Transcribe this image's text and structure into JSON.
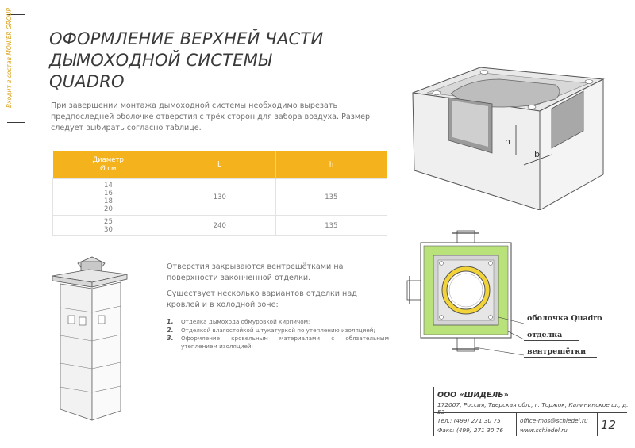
{
  "side_tab": {
    "text": "Входит в состав MONIER GROUP"
  },
  "title": {
    "line1": "ОФОРМЛЕНИЕ ВЕРХНЕЙ ЧАСТИ",
    "line2": "ДЫМОХОДНОЙ СИСТЕМЫ QUADRO"
  },
  "intro": "При завершении монтажа дымоходной системы необходимо вырезать предпоследней оболочке отверстия с трёх сторон для забора воздуха. Размер следует выбирать согласно таблице.",
  "table": {
    "headers": {
      "diameter_line1": "Диаметр",
      "diameter_line2": "Ø см",
      "b": "b",
      "h": "h"
    },
    "rows": [
      {
        "diameters": [
          "14",
          "16",
          "18",
          "20"
        ],
        "b": "130",
        "h": "135"
      },
      {
        "diameters": [
          "25",
          "30"
        ],
        "b": "240",
        "h": "135"
      }
    ]
  },
  "para1": "Отверстия закрываются вентрешётками на поверхности законченной отделки.",
  "para2": "Существует несколько вариантов отделки над кровлей и в холодной зоне:",
  "list": [
    {
      "num": "1.",
      "text": "Отделка дымохода обмуровкой кирпичом;"
    },
    {
      "num": "2.",
      "text": "Отделкой влагостойкой штукатуркой по утеплению изоляцией;"
    },
    {
      "num": "3.",
      "text": "Оформление кровельным материалами с обязательным утеплением изоляцией;"
    }
  ],
  "diagram_labels": {
    "h": "h",
    "b": "b"
  },
  "section_labels": {
    "shell": "оболочка Quadro",
    "finish": "отделка",
    "vents": "вентрешётки"
  },
  "footer": {
    "company": "ООО «ШИДЕЛЬ»",
    "address": "172007, Россия, Тверская обл., г. Торжок, Калининское ш., д. 53",
    "phone": "Тел.:  (499) 271 30 75",
    "fax": "Факс: (499) 271 30 76",
    "email": "office-mos@schiedel.ru",
    "website": "www.schiedel.ru",
    "page": "12"
  },
  "colors": {
    "accent": "#f4b31c",
    "text": "#707070",
    "heading": "#3a3a3a",
    "insulation": "#b9e27a",
    "pipe": "#f2d43a"
  }
}
